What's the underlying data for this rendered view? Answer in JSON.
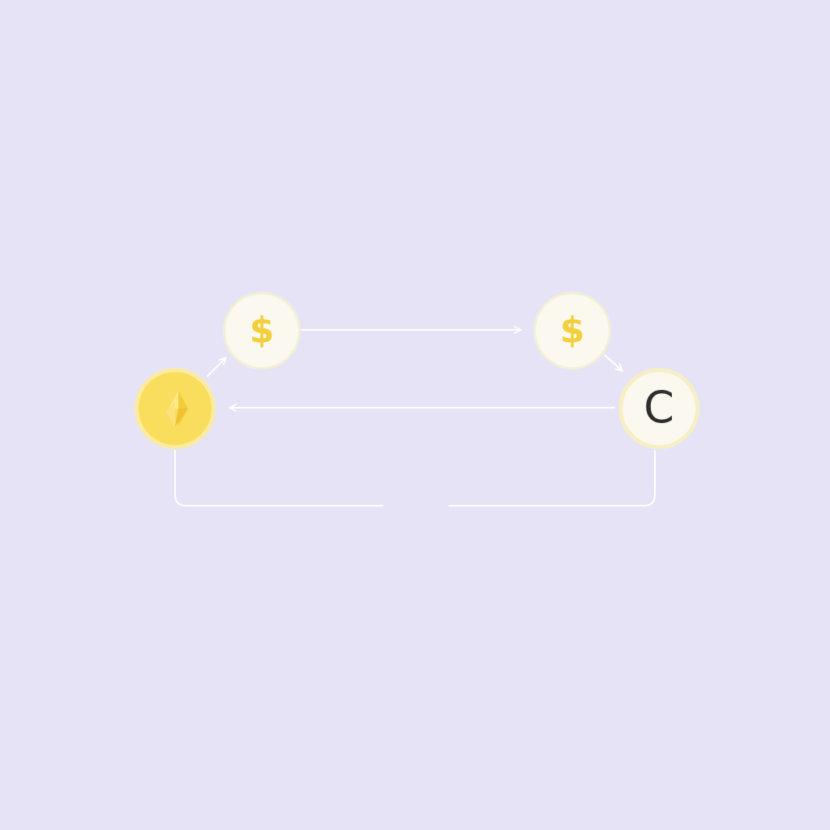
{
  "diagram": {
    "background_color": "#e6e3f7",
    "accent_color": "#f2cf3b",
    "connector_color": "#ffffff",
    "nodes": [
      {
        "id": "coin",
        "icon": "gold-coin-icon",
        "label": ""
      },
      {
        "id": "dollar-left",
        "icon": "dollar-sign-icon",
        "label": "$"
      },
      {
        "id": "dollar-right",
        "icon": "dollar-sign-icon",
        "label": "$"
      },
      {
        "id": "c-node",
        "icon": "c-letter-icon",
        "label": "C"
      }
    ],
    "edges": [
      {
        "from": "coin",
        "to": "dollar-left",
        "arrow": true
      },
      {
        "from": "dollar-left",
        "to": "dollar-right",
        "arrow": true
      },
      {
        "from": "dollar-right",
        "to": "c-node",
        "arrow": true
      },
      {
        "from": "c-node",
        "to": "coin",
        "arrow": true
      },
      {
        "from": "coin",
        "to": "c-node",
        "arrow": false,
        "style": "bracket-with-gap"
      }
    ]
  }
}
